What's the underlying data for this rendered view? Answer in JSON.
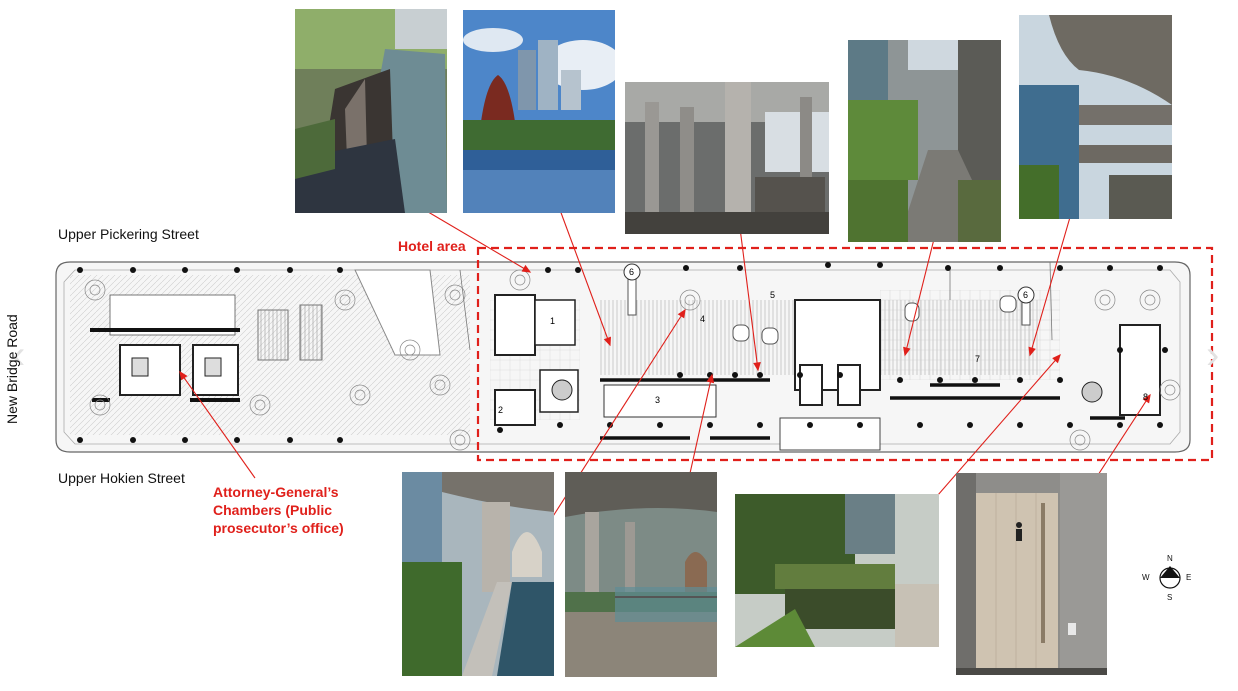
{
  "labels": {
    "street_top": "Upper Pickering Street",
    "street_bottom": "Upper Hokien Street",
    "road_left": "New Bridge Road",
    "hotel_area": "Hotel area",
    "agc_line1": "Attorney-General’s",
    "agc_line2": "Chambers (Public",
    "agc_line3": "prosecutor’s office)"
  },
  "plan_numbers": [
    "1",
    "2",
    "3",
    "4",
    "5",
    "6",
    "6",
    "7",
    "8"
  ],
  "compass": {
    "n": "N",
    "s": "S",
    "e": "E",
    "w": "W"
  },
  "colors": {
    "annotation": "#e0201b",
    "plan_line": "#444444",
    "plan_fill": "#f4f4f4"
  },
  "photos": [
    {
      "name": "photo-water-channel-stairs"
    },
    {
      "name": "photo-infinity-pool-skyline"
    },
    {
      "name": "photo-column-colonnade"
    },
    {
      "name": "photo-green-walkway"
    },
    {
      "name": "photo-cantilevered-sky-gardens"
    },
    {
      "name": "photo-reflecting-pool-pebbles"
    },
    {
      "name": "photo-pool-deck-railing"
    },
    {
      "name": "photo-hanging-greenery"
    },
    {
      "name": "photo-toilet-door"
    }
  ]
}
